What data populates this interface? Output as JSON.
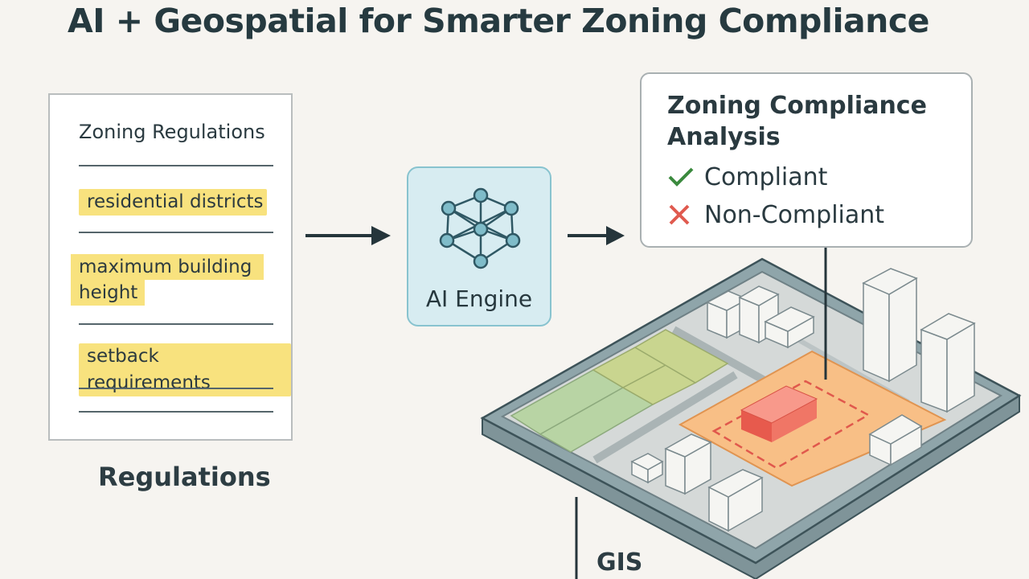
{
  "title": "AI + Geospatial for Smarter Zoning Compliance",
  "regulations_doc": {
    "heading": "Zoning Regulations",
    "highlights": [
      "residential districts",
      "maximum building",
      "height",
      "setback requirements"
    ],
    "caption": "Regulations"
  },
  "ai_engine": {
    "label": "AI Engine",
    "icon": "neural-network-icon"
  },
  "analysis": {
    "title_line1": "Zoning Compliance",
    "title_line2": "Analysis",
    "compliant": {
      "label": "Compliant",
      "icon": "check-icon",
      "color": "#3b8a3e"
    },
    "non_compliant": {
      "label": "Non-Compliant",
      "icon": "cross-icon",
      "color": "#e05a4f"
    }
  },
  "gis": {
    "label": "GIS"
  },
  "colors": {
    "background": "#f6f4f0",
    "highlight": "#f8e27e",
    "ai_box_fill": "#d7ecf1",
    "ai_box_border": "#88c3cf",
    "violation_building": "#ee6a5d",
    "parcel_orange": "#f9bf85",
    "zone_green": "#b9d6a6",
    "zone_olive": "#c9d38c"
  }
}
